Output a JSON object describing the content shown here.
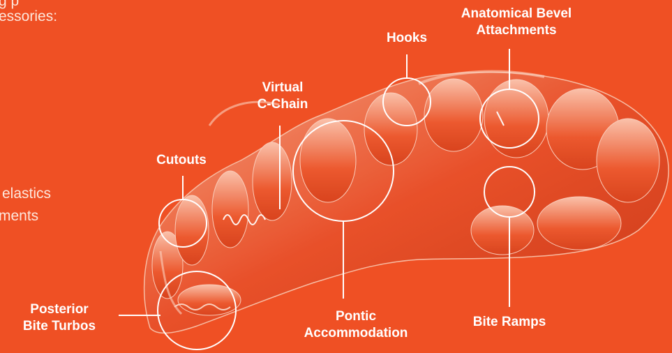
{
  "side_text": {
    "line1": "g       p",
    "line2": "essories:",
    "line3": "elastics",
    "line4": "ments"
  },
  "labels": {
    "anatomical_bevel": [
      "Anatomical Bevel",
      "Attachments"
    ],
    "hooks": "Hooks",
    "virtual_c_chain": [
      "Virtual",
      "C-Chain"
    ],
    "cutouts": "Cutouts",
    "posterior_bite_turbos": [
      "Posterior",
      "Bite Turbos"
    ],
    "pontic_accommodation": [
      "Pontic",
      "Accommodation"
    ],
    "bite_ramps": "Bite Ramps"
  },
  "colors": {
    "background": "#ef5024",
    "label": "#ffffff",
    "aligner_highlight": "#f7b8a0"
  }
}
